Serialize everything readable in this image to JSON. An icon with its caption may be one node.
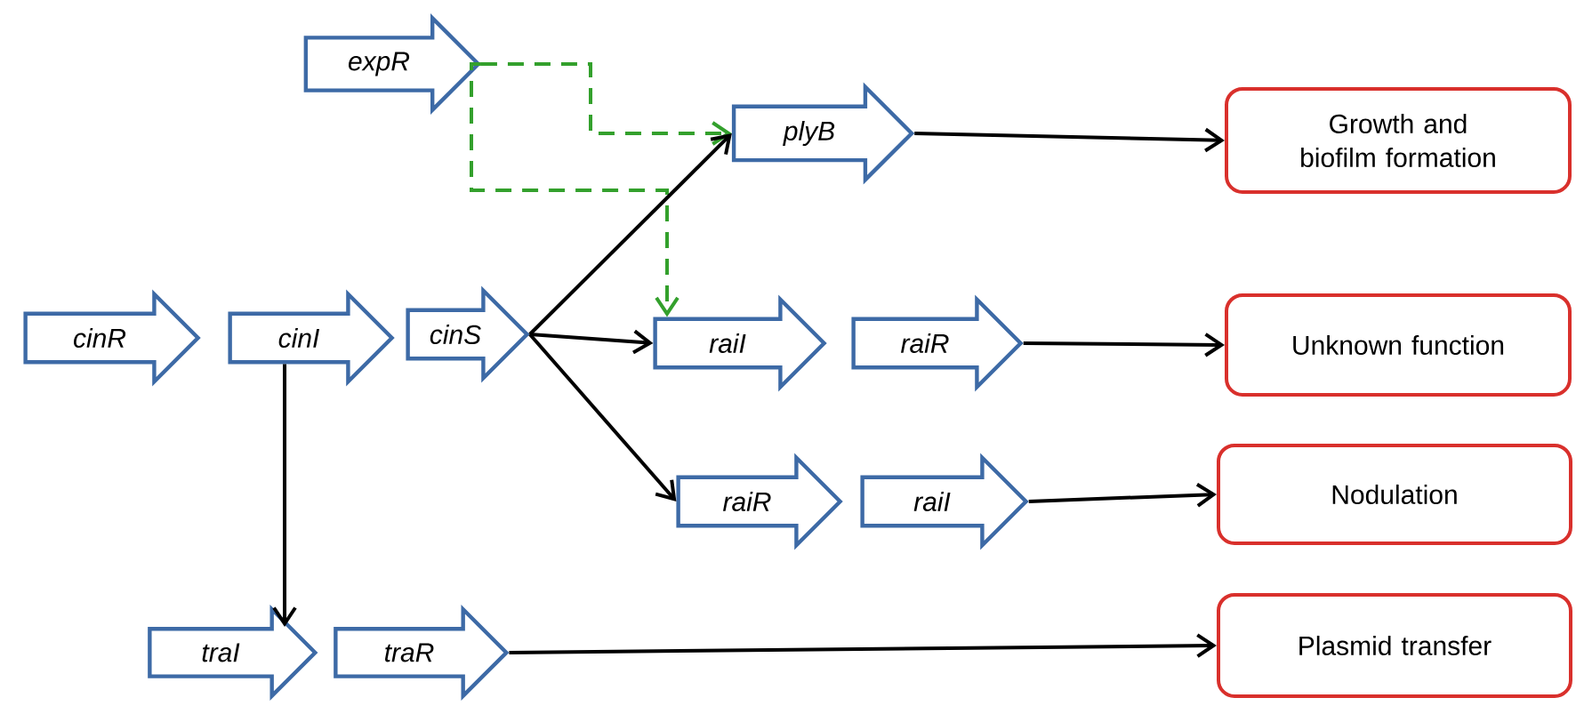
{
  "diagram": {
    "nodes": [
      {
        "text": [
          "expR"
        ]
      },
      {
        "text": [
          "plyB"
        ]
      },
      {
        "text": [
          "Growth and biofilm formation"
        ]
      },
      {
        "text": [
          "cinR"
        ]
      },
      {
        "text": [
          "cinI"
        ]
      },
      {
        "text": [
          "cinS"
        ]
      },
      {
        "text": [
          "raiI"
        ]
      },
      {
        "text": [
          "raiR"
        ]
      },
      {
        "text": [
          "Unknown function"
        ]
      },
      {
        "text": [
          "raiR"
        ]
      },
      {
        "text": [
          "raiI"
        ]
      },
      {
        "text": [
          "Nodulation"
        ]
      },
      {
        "text": [
          "traI"
        ]
      },
      {
        "text": [
          "traR"
        ]
      },
      {
        "text": [
          "Plasmid transfer"
        ]
      }
    ],
    "edges": [
      {
        "from": 0,
        "to": 1,
        "arrow": "to",
        "style": "dashed",
        "color": "#33a02c"
      },
      {
        "from": 0,
        "to": 6,
        "arrow": "to",
        "style": "dashed",
        "color": "#33a02c"
      },
      {
        "from": 5,
        "to": 1,
        "arrow": "to"
      },
      {
        "from": 5,
        "to": 6,
        "arrow": "to"
      },
      {
        "from": 5,
        "to": 9,
        "arrow": "to"
      },
      {
        "from": 4,
        "to": 12,
        "arrow": "to"
      },
      {
        "from": 1,
        "to": 2,
        "arrow": "to"
      },
      {
        "from": 7,
        "to": 8,
        "arrow": "to"
      },
      {
        "from": 10,
        "to": 11,
        "arrow": "to"
      },
      {
        "from": 13,
        "to": 14,
        "arrow": "to"
      }
    ]
  }
}
